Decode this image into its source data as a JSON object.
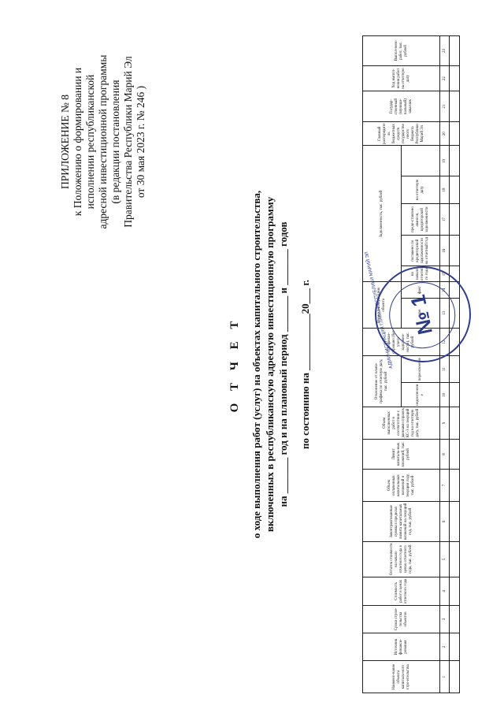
{
  "annex": {
    "line1": "ПРИЛОЖЕНИЕ № 8",
    "line2": "к Положению о формировании и",
    "line3": "исполнении республиканской",
    "line4": "адресной инвестиционной программы",
    "line5": "(в редакции постановления",
    "line6": "Правительства Республики Марий Эл",
    "line7": "от 30 мая 2023 г. № 246 )"
  },
  "report": {
    "title": "О Т Ч Е Т",
    "line1": "о ходе выполнения работ (услуг) на объектах капитального строительства,",
    "line2": "включенных в республиканскую адресную инвестиционную программу",
    "line3": "на _______ год и на плановый период _______ и _______ годов",
    "as_of": "по состоянию на ___________20___ г."
  },
  "table": {
    "headers": [
      "Наимено-вание объекта капиталь-ного стро-ительства",
      "Источник финанси-рования",
      "Сроки строи-тельства объектов",
      "Стоимость работ в ценах отчетного года",
      "Остаток стоимости на начало отчетного года в ценах отчетного года, тыс. рублей",
      "Законтрактованные суммы в пределах лимита капитальных вложений на текущий год, тыс. рублей",
      "Объем оплаченных капитальных вложений в текущем году, тыс. рублей",
      "Лимит капиталь-ных вложений, тыс. рублей",
      "Объем выполненных работ в соответствии с данными справок КС-3 на текущий год на отчетную дату, тыс. рублей",
      "Отклонение от плана-графика по отчетную дату, тыс. рублей",
      "Профинан-сировано (без учета задолжен-ности), тыс. рублей",
      "Ввод в эксплуатацию объекта",
      "Задолженность, тыс. рублей",
      "Главный распорядитель бюджетных средств государственного бюджета Республики Марий Эл",
      "Государ-ственный (муници-пальный) заказчик",
      "Ход выпол-нения работ на отчетную дату"
    ],
    "sub_headers": {
      "completed": "Выпол-нено работ, тыс. рублей",
      "deviation_a": "недоосвоение",
      "deviation_b": "переосвоение",
      "commissioning_plan": "план",
      "commissioning_fact": "факт",
      "debt_start": "на начало отчетного года",
      "debt_creditor": "погашено по кредиторской задолженности на отчетный год",
      "debt_prepay": "предо-ставлено авансов, кредиторской задолженности",
      "debt_now": "на отчетную дату"
    },
    "numbers": [
      "1",
      "2",
      "3",
      "4",
      "5",
      "6",
      "7",
      "8",
      "9",
      "10",
      "11",
      "12",
      "13",
      "14",
      "15",
      "16",
      "17",
      "18",
      "19",
      "20",
      "21",
      "22",
      "23"
    ]
  },
  "stamp": {
    "ring_text": "АДМИНИСТРАЦИЯ ГЛАВЫ РЕСПУБЛИКИ МАРИЙ ЭЛ",
    "center": "№ 1"
  }
}
